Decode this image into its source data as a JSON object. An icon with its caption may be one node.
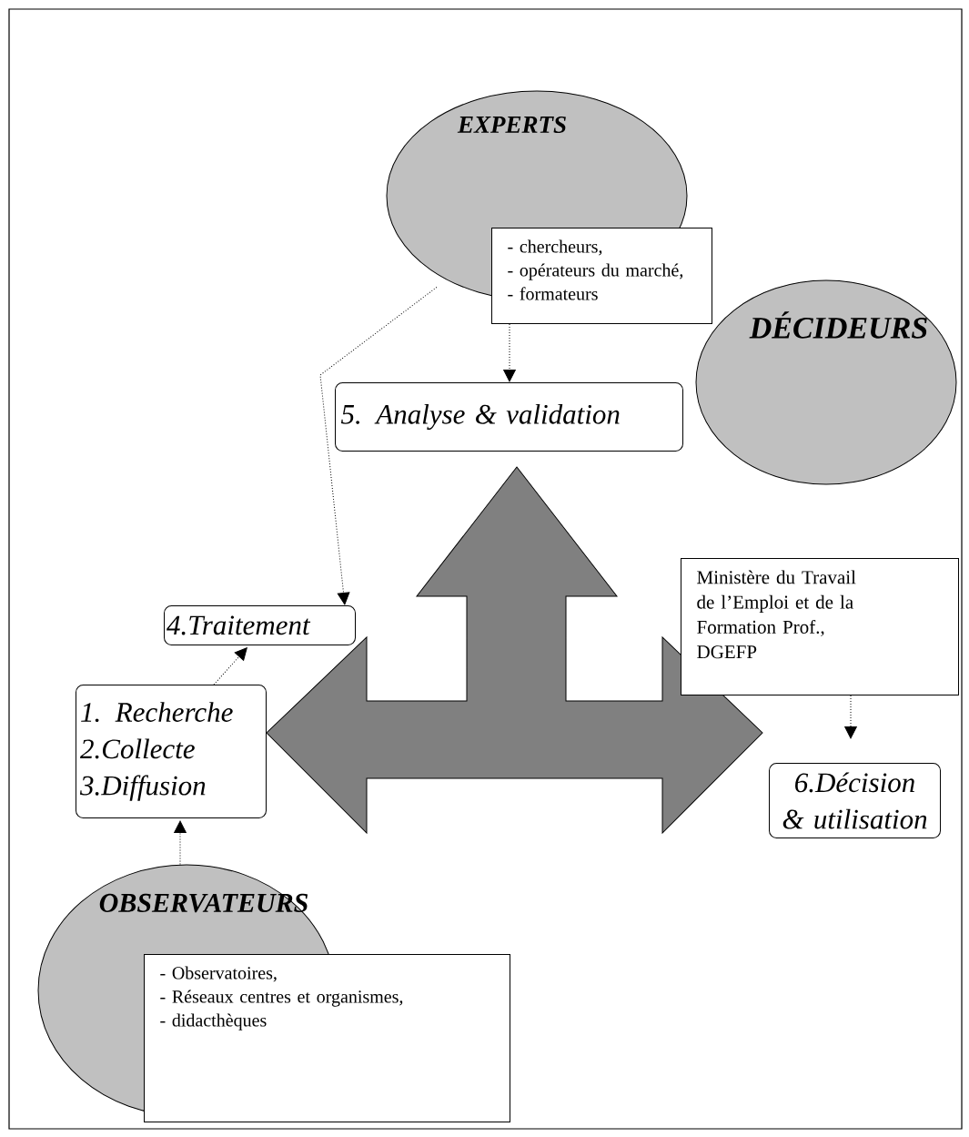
{
  "diagram": {
    "nodes": [
      {
        "text": [
          "EXPERTS"
        ]
      },
      {
        "text": [
          "- chercheurs,",
          "- opérateurs du marché,",
          "- formateurs"
        ]
      },
      {
        "text": [
          "5. Analyse & validation"
        ]
      },
      {
        "text": [
          "DÉCIDEURS"
        ]
      },
      {
        "text": [
          "Ministère du Travail de l’Emploi et de la Formation Prof.,",
          "DGEFP"
        ]
      },
      {
        "text": [
          "4.Traitement"
        ]
      },
      {
        "text": [
          "1. Recherche",
          "2.Collecte",
          "3.Diffusion"
        ]
      },
      {
        "text": [
          "6.Décision & utilisation"
        ]
      },
      {
        "text": [
          "OBSERVATEURS"
        ]
      },
      {
        "text": [
          "- Observatoires,",
          "- Réseaux centres et organismes,",
          "- didacthèques"
        ]
      }
    ],
    "edges": [
      {
        "from": 1,
        "to": 2,
        "arrow": "to"
      },
      {
        "from": 0,
        "to": 5,
        "arrow": "to"
      },
      {
        "from": 6,
        "to": 5,
        "arrow": "to"
      },
      {
        "from": 8,
        "to": 6,
        "arrow": "to"
      },
      {
        "from": 4,
        "to": 7,
        "arrow": "to"
      }
    ]
  }
}
